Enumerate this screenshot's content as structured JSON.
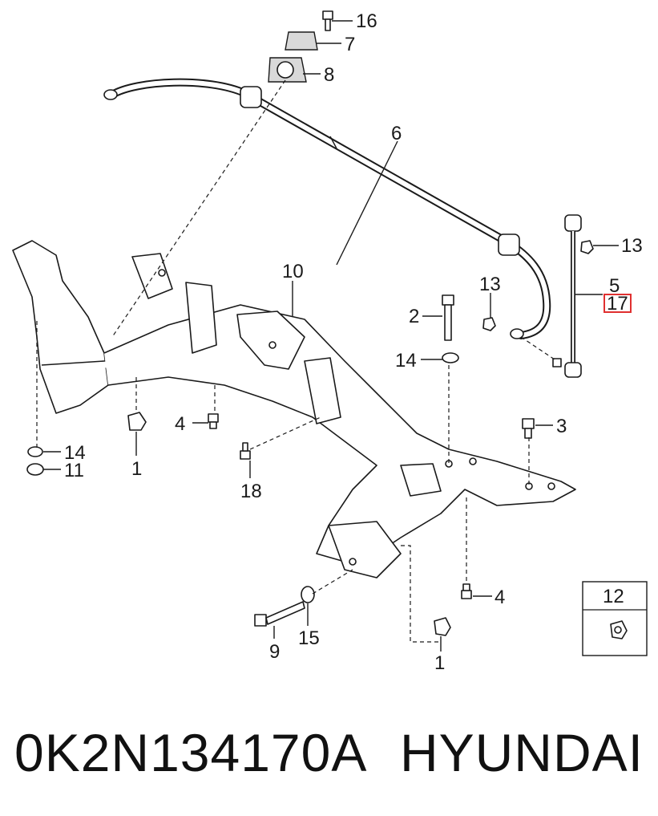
{
  "labels": {
    "l16": "16",
    "l7": "7",
    "l8": "8",
    "l6": "6",
    "l13a": "13",
    "l5": "5",
    "l17": "17",
    "l13b": "13",
    "l10": "10",
    "l2": "2",
    "l14a": "14",
    "l4a": "4",
    "l3": "3",
    "l14b": "14",
    "l11": "11",
    "l1a": "1",
    "l18": "18",
    "l12": "12",
    "l4b": "4",
    "l15": "15",
    "l9": "9",
    "l1b": "1"
  },
  "highlight_color": "#e03030",
  "caption": {
    "part_number": "0K2N134170A",
    "brand": "HYUNDAI"
  }
}
